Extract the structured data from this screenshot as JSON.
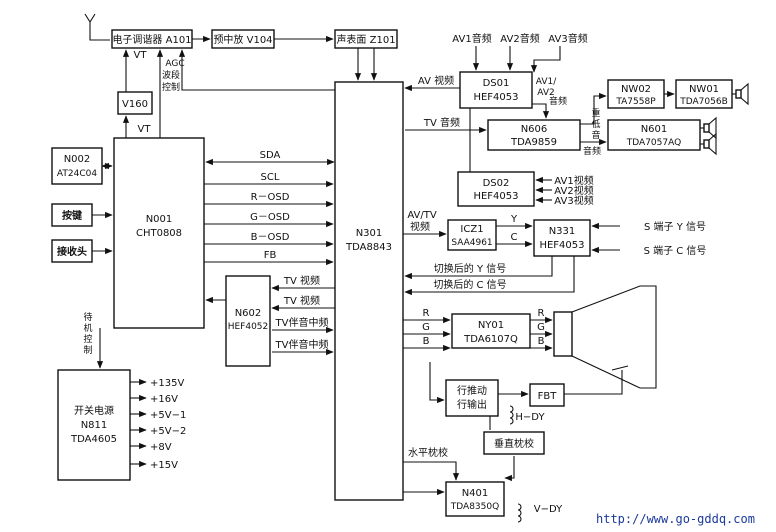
{
  "blocks": {
    "tuner": "电子调谐器 A101",
    "preamp_if": "预中放 V104",
    "saw_filter": "声表面 Z101",
    "v160": "V160",
    "n002_name": "N002",
    "n002_chip": "AT24C04",
    "keys": "按键",
    "receiver": "接收头",
    "n001_name": "N001",
    "n001_chip": "CHT0808",
    "n301_name": "N301",
    "n301_chip": "TDA8843",
    "n602_name": "N602",
    "n602_chip": "HEF4052",
    "ds01_name": "DS01",
    "ds01_chip": "HEF4053",
    "ds02_name": "DS02",
    "ds02_chip": "HEF4053",
    "n606_name": "N606",
    "n606_chip": "TDA9859",
    "nw02_name": "NW02",
    "nw02_chip": "TA7558P",
    "nw01_name": "NW01",
    "nw01_chip": "TDA7056B",
    "n601_name": "N601",
    "n601_chip": "TDA7057AQ",
    "icz1_name": "ICZ1",
    "icz1_chip": "SAA4961",
    "n331_name": "N331",
    "n331_chip": "HEF4053",
    "ny01_name": "NY01",
    "ny01_chip": "TDA6107Q",
    "h_drive_1": "行推动",
    "h_drive_2": "行输出",
    "fbt": "FBT",
    "v_corr": "垂直枕校",
    "n401_name": "N401",
    "n401_chip": "TDA8350Q",
    "psu_title": "开关电源",
    "psu_name": "N811",
    "psu_chip": "TDA4605"
  },
  "labels": {
    "vt_top": "VT",
    "agc": "AGC",
    "band_ctrl": "波段控制",
    "vt_mid": "VT",
    "av_video": "AV 视频",
    "av1_audio": "AV1音频",
    "av2_audio": "AV2音频",
    "av3_audio": "AV3音频",
    "av12_audio_a": "AV1/",
    "av12_audio_b": "AV2",
    "av12_audio_c": "音频",
    "tv_audio": "TV 音频",
    "bass": "重低音",
    "audio_out": "音频",
    "sda": "SDA",
    "scl": "SCL",
    "r_osd": "R－OSD",
    "g_osd": "G－OSD",
    "b_osd": "B－OSD",
    "fb": "FB",
    "av1_video": "AV1视频",
    "av2_video": "AV2视频",
    "av3_video": "AV3视频",
    "avtv_video_a": "AV/TV",
    "avtv_video_b": "视频",
    "y": "Y",
    "c": "C",
    "s_y": "S 端子 Y 信号",
    "s_c": "S 端子 C 信号",
    "switched_y": "切换后的 Y 信号",
    "switched_c": "切换后的 C 信号",
    "tv_video_1": "TV 视频",
    "tv_video_2": "TV 视频",
    "tv_sif_1": "TV伴音中频",
    "tv_sif_2": "TV伴音中频",
    "standby": "待机控制",
    "r_in": "R",
    "g_in": "G",
    "b_in": "B",
    "r_out": "R",
    "g_out": "G",
    "b_out": "B",
    "hdy": "H−DY",
    "vdy": "V−DY",
    "h_pin": "水平枕校",
    "url": "http://www.go-gddq.com"
  },
  "power_rails": [
    "+135V",
    "+16V",
    "+5V−1",
    "+5V−2",
    "+8V",
    "+15V"
  ]
}
